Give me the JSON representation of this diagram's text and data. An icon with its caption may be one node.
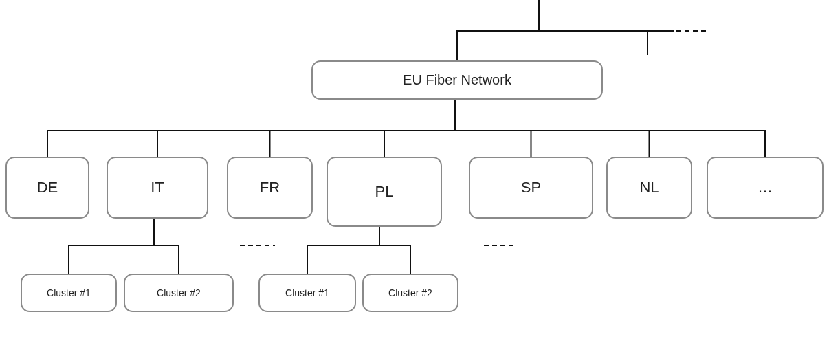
{
  "diagram": {
    "nodes": [
      {
        "text": [
          "EU Fiber Network"
        ]
      },
      {
        "text": [
          "DE"
        ]
      },
      {
        "text": [
          "IT"
        ]
      },
      {
        "text": [
          "FR"
        ]
      },
      {
        "text": [
          "PL"
        ]
      },
      {
        "text": [
          "SP"
        ]
      },
      {
        "text": [
          "NL"
        ]
      },
      {
        "text": [
          "…"
        ]
      },
      {
        "text": [
          "Cluster #1"
        ]
      },
      {
        "text": [
          "Cluster #2"
        ]
      },
      {
        "text": [
          "Cluster #1"
        ]
      },
      {
        "text": [
          "Cluster #2"
        ]
      }
    ],
    "edges": [
      {
        "from": null,
        "to": 0,
        "arrow": "none"
      },
      {
        "from": 0,
        "to": 1,
        "arrow": "none"
      },
      {
        "from": 0,
        "to": 2,
        "arrow": "none"
      },
      {
        "from": 0,
        "to": 3,
        "arrow": "none"
      },
      {
        "from": 0,
        "to": 4,
        "arrow": "none"
      },
      {
        "from": 0,
        "to": 5,
        "arrow": "none"
      },
      {
        "from": 0,
        "to": 6,
        "arrow": "none"
      },
      {
        "from": 0,
        "to": 7,
        "arrow": "none"
      },
      {
        "from": 2,
        "to": 8,
        "arrow": "none"
      },
      {
        "from": 2,
        "to": 9,
        "arrow": "none"
      },
      {
        "from": 4,
        "to": 10,
        "arrow": "none"
      },
      {
        "from": 4,
        "to": 11,
        "arrow": "none"
      }
    ]
  }
}
